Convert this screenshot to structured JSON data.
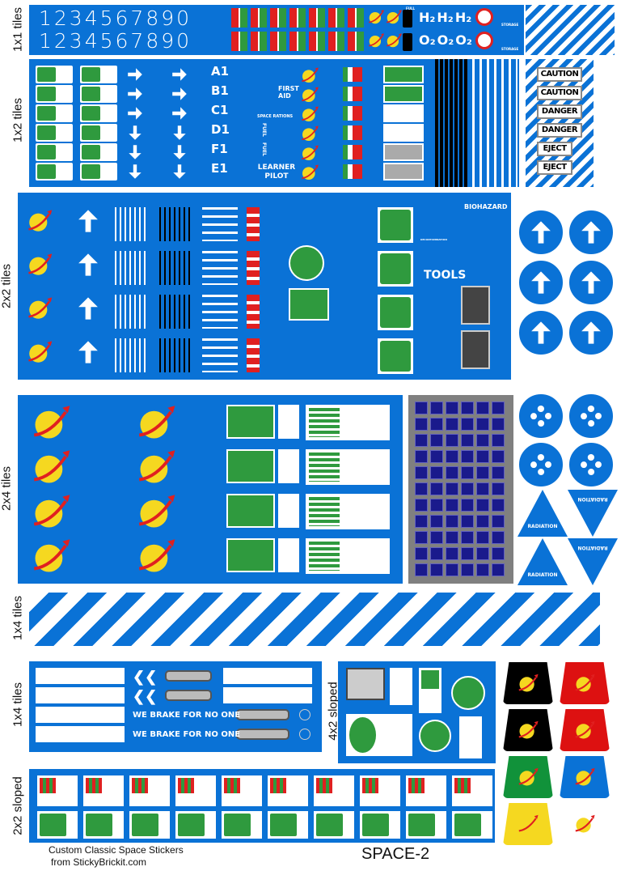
{
  "section_labels": {
    "s1x1": "1x1 tiles",
    "s1x2": "1x2 tiles",
    "s2x2": "2x2 tiles",
    "s2x4": "2x4 tiles",
    "s1x4a": "1x4 tiles",
    "s1x4b": "1x4 tiles",
    "s4x2": "4x2 sloped",
    "s2x2s": "2x2 sloped"
  },
  "tiles_1x1": {
    "numbers": "1234567890",
    "h2": [
      "H₂",
      "H₂",
      "H₂"
    ],
    "o2": [
      "O₂",
      "O₂",
      "O₂"
    ],
    "full": "FULL",
    "storage": "STORAGE"
  },
  "tiles_1x2": {
    "codes": [
      "A1",
      "B1",
      "C1",
      "D1",
      "F1",
      "E1"
    ],
    "first_aid": "FIRST AID",
    "space_rations": "SPACE RATIONS",
    "fuel": "FUEL",
    "learner_pilot": "LEARNER PILOT"
  },
  "warnings": [
    "CAUTION",
    "CAUTION",
    "DANGER",
    "DANGER",
    "EJECT",
    "EJECT"
  ],
  "tiles_2x2": {
    "biohazard": "BIOHAZARD",
    "decontamination": "DECONTAMINATION",
    "tools": "TOOLS"
  },
  "radiation": [
    "RADIATION",
    "RADIATION",
    "RADIATION",
    "RADIATION"
  ],
  "tiles_1x4": {
    "slogan": [
      "WE BRAKE FOR NO ONE",
      "WE BRAKE FOR NO ONE"
    ]
  },
  "slope_colors": [
    "#000000",
    "#dd1111",
    "#000000",
    "#dd1111",
    "#11923a",
    "#0a72d6",
    "#f5d820",
    "#ffffff"
  ],
  "footer": {
    "credit_line1": "Custom Classic Space Stickers",
    "credit_line2": "from StickyBrickit.com",
    "sheet_name": "SPACE-2"
  },
  "colors": {
    "blue": "#0a72d6",
    "yellow": "#f5d820",
    "red": "#e02020",
    "green": "#2f9a3e"
  }
}
